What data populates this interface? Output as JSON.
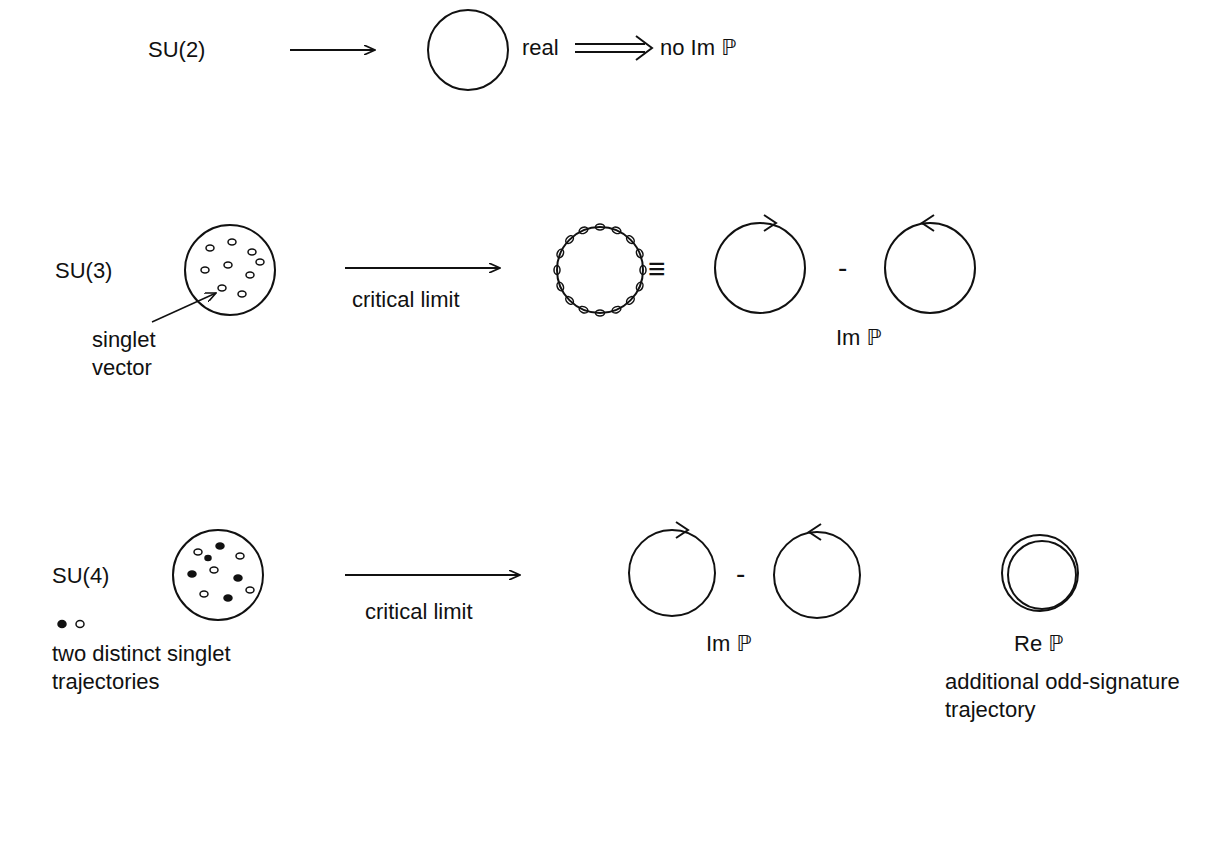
{
  "diagram": {
    "labels": [
      "SU(2)",
      "real",
      "no Im ℙ",
      "SU(3)",
      "singlet vector",
      "critical limit",
      "≡",
      "-",
      "Im ℙ",
      "SU(4)",
      "two distinct singlet trajectories",
      "critical limit",
      "-",
      "Im ℙ",
      "Re ℙ",
      "additional odd-signature trajectory"
    ]
  }
}
